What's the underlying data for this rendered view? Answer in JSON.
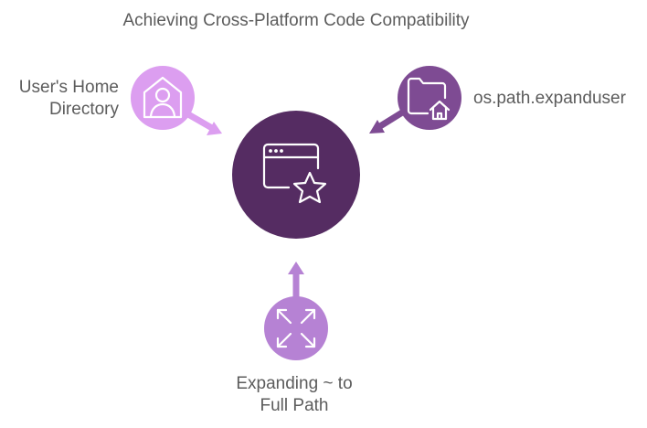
{
  "title": "Achieving Cross-Platform Code Compatibility",
  "nodes": {
    "left": {
      "line1": "User's Home",
      "line2": "Directory",
      "icon": "user-home-icon",
      "color": "#dc9ef0"
    },
    "right": {
      "line1": "os.path.expanduser",
      "icon": "folder-home-icon",
      "color": "#7e4b93"
    },
    "bottom": {
      "line1": "Expanding ~ to",
      "line2": "Full Path",
      "icon": "expand-arrows-icon",
      "color": "#b682d4"
    },
    "center": {
      "icon": "app-window-star-icon",
      "color": "#552c62"
    }
  }
}
